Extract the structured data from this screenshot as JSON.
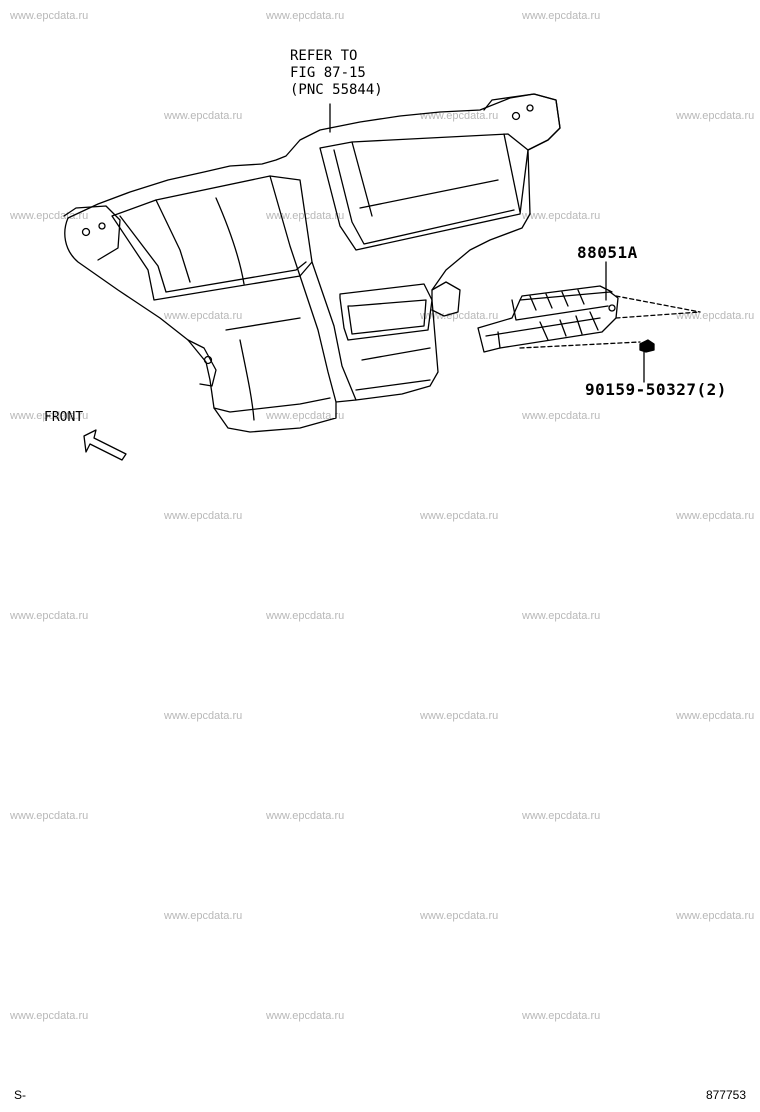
{
  "watermark": "www.epcdata.ru",
  "refer_note": {
    "line1": "REFER TO",
    "line2": "FIG 87-15",
    "line3": "(PNC 55844)"
  },
  "parts": {
    "part_88051A": "88051A",
    "part_screw": "90159-50327(2)"
  },
  "front_label": "FRONT",
  "footer": {
    "left": "S-",
    "right": "877753"
  }
}
